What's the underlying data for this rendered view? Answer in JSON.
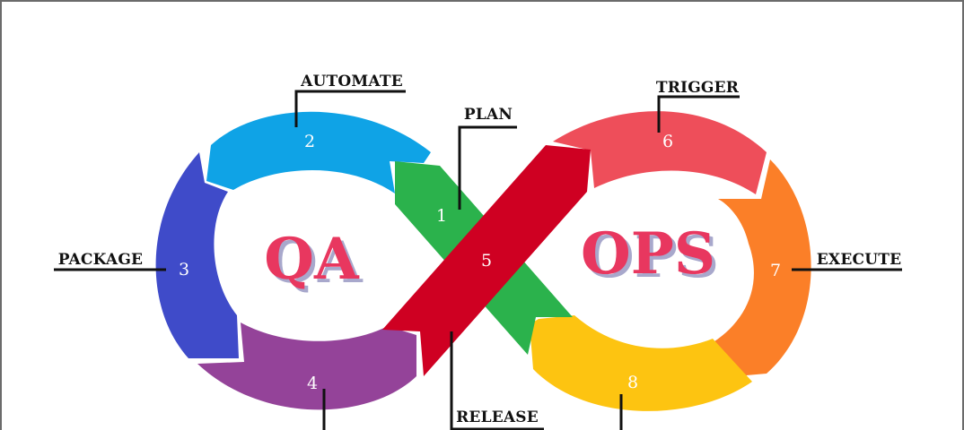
{
  "diagram": {
    "center_left": "QA",
    "center_right": "OPS",
    "stages": [
      {
        "number": "1",
        "label": "PLAN",
        "color": "#2bb24c"
      },
      {
        "number": "2",
        "label": "AUTOMATE",
        "color": "#0fa3e6"
      },
      {
        "number": "3",
        "label": "PACKAGE",
        "color": "#3f4bc9"
      },
      {
        "number": "4",
        "label": "",
        "color": "#944399"
      },
      {
        "number": "5",
        "label": "RELEASE",
        "color": "#cf0022"
      },
      {
        "number": "6",
        "label": "TRIGGER",
        "color": "#ee4e5a"
      },
      {
        "number": "7",
        "label": "EXECUTE",
        "color": "#fb7f28"
      },
      {
        "number": "8",
        "label": "",
        "color": "#fdc411"
      }
    ],
    "text_color": "#e8375f",
    "shadow_color": "#a8a8cc"
  }
}
